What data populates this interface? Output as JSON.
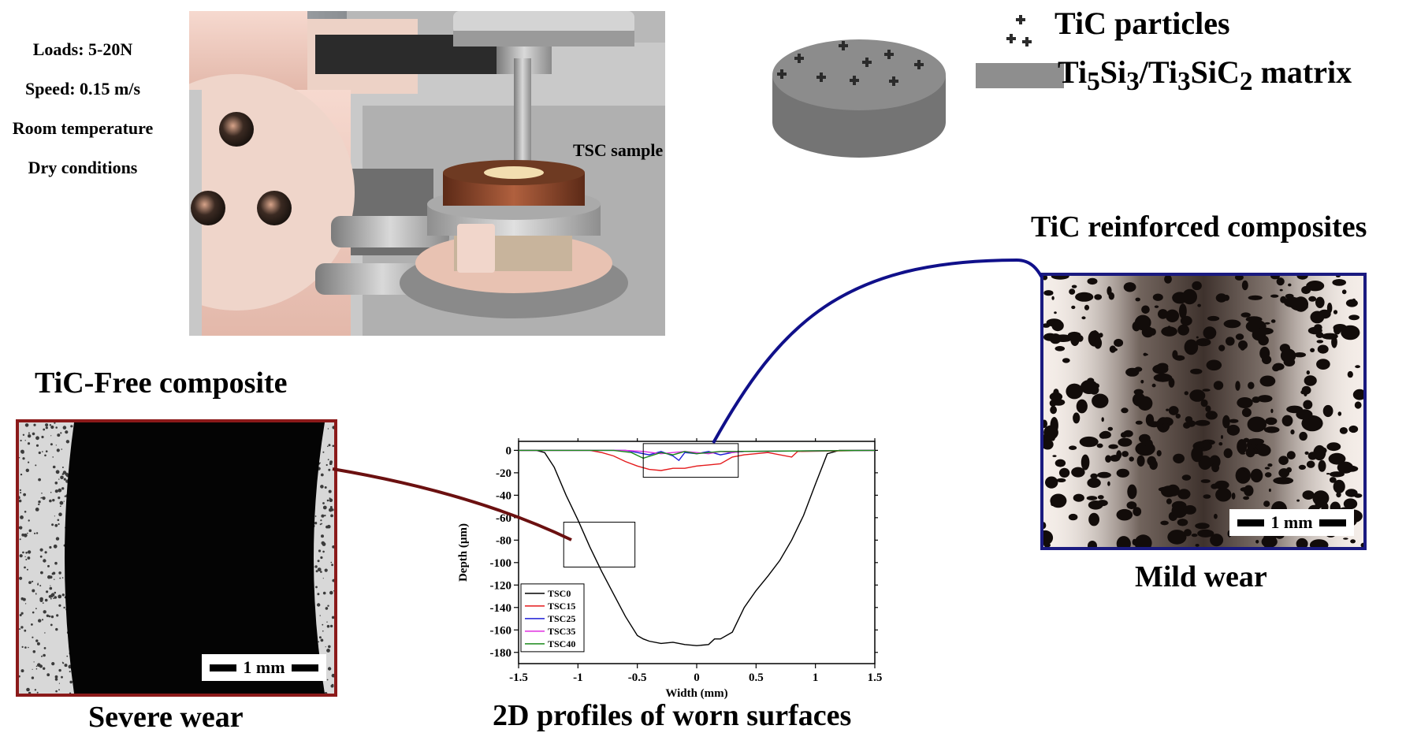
{
  "conditions": [
    "Loads: 5-20N",
    "Speed:  0.15 m/s",
    "Room temperature",
    "Dry conditions"
  ],
  "apparatus": {
    "sample_label": "TSC sample"
  },
  "legend_top": {
    "particles": "TiC particles",
    "matrix_html": "Ti<sub>5</sub>Si<sub>3</sub>/Ti<sub>3</sub>SiC<sub>2</sub> matrix"
  },
  "left_panel": {
    "title": "TiC-Free composite",
    "caption": "Severe wear",
    "scale": "1 mm"
  },
  "right_panel": {
    "title": "TiC reinforced composites",
    "caption": "Mild wear",
    "scale": "1 mm"
  },
  "center": {
    "caption": "2D profiles of worn surfaces"
  },
  "colors": {
    "left_frame": "#8b1a1a",
    "right_frame": "#1a1a80",
    "connector_left": "#6b1010",
    "connector_right": "#10108a"
  },
  "chart_data": {
    "type": "line",
    "xlabel": "Width (mm)",
    "ylabel": "Depth (µm)",
    "xlim": [
      -1.5,
      1.5
    ],
    "ylim": [
      -190,
      8
    ],
    "xticks": [
      "-1.5",
      "-1",
      "-0.5",
      "0",
      "0.5",
      "1",
      "1.5"
    ],
    "yticks": [
      "0",
      "-20",
      "-40",
      "-60",
      "-80",
      "-100",
      "-120",
      "-140",
      "-160",
      "-180"
    ],
    "series": [
      {
        "name": "TSC0",
        "color": "#000000",
        "x": [
          -1.5,
          -1.35,
          -1.28,
          -1.2,
          -1.1,
          -1.0,
          -0.9,
          -0.8,
          -0.7,
          -0.6,
          -0.5,
          -0.45,
          -0.4,
          -0.3,
          -0.2,
          -0.1,
          0,
          0.1,
          0.15,
          0.2,
          0.3,
          0.4,
          0.5,
          0.6,
          0.7,
          0.8,
          0.9,
          1.0,
          1.1,
          1.2,
          1.5
        ],
        "y": [
          0,
          0,
          -2,
          -15,
          -40,
          -62,
          -86,
          -108,
          -128,
          -148,
          -165,
          -168,
          -170,
          -172,
          -171,
          -173,
          -174,
          -173,
          -168,
          -168,
          -162,
          -140,
          -125,
          -112,
          -98,
          -80,
          -58,
          -30,
          -3,
          0,
          0
        ]
      },
      {
        "name": "TSC15",
        "color": "#e41a1c",
        "x": [
          -1.5,
          -0.9,
          -0.8,
          -0.7,
          -0.6,
          -0.5,
          -0.4,
          -0.3,
          -0.2,
          -0.1,
          0,
          0.1,
          0.2,
          0.3,
          0.4,
          0.6,
          0.8,
          0.85,
          1.5
        ],
        "y": [
          0,
          0,
          -2,
          -5,
          -10,
          -14,
          -17,
          -18,
          -16,
          -16,
          -14,
          -13,
          -12,
          -6,
          -4,
          -2,
          -6,
          -1,
          0
        ]
      },
      {
        "name": "TSC25",
        "color": "#1f1fd6",
        "x": [
          -1.5,
          -0.6,
          -0.5,
          -0.4,
          -0.3,
          -0.2,
          -0.15,
          -0.1,
          0,
          0.1,
          0.2,
          0.3,
          0.4,
          1.5
        ],
        "y": [
          0,
          0,
          -2,
          -4,
          -1,
          -5,
          -9,
          -2,
          -3,
          -1,
          -4,
          -2,
          -1,
          0
        ]
      },
      {
        "name": "TSC35",
        "color": "#e02ee0",
        "x": [
          -1.5,
          -0.6,
          -0.45,
          -0.3,
          -0.2,
          -0.1,
          0,
          0.1,
          0.2,
          0.3,
          0.4,
          1.5
        ],
        "y": [
          0,
          0,
          -1,
          -3,
          -2,
          -1,
          -2,
          -3,
          -1,
          -2,
          -1,
          0
        ]
      },
      {
        "name": "TSC40",
        "color": "#1b8a1b",
        "x": [
          -1.5,
          -0.7,
          -0.55,
          -0.45,
          -0.3,
          -0.2,
          -0.1,
          0,
          0.1,
          0.2,
          0.3,
          1.5
        ],
        "y": [
          0,
          0,
          -2,
          -7,
          -2,
          -4,
          -1,
          -3,
          -2,
          -1,
          -1,
          0
        ]
      }
    ]
  }
}
